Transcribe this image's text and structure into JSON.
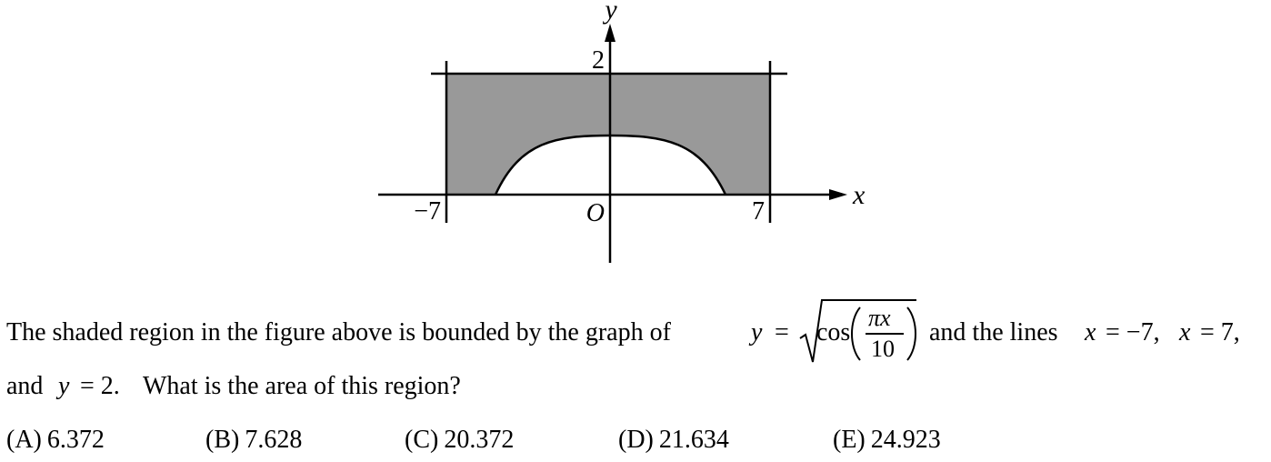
{
  "figure": {
    "x_axis_label": "x",
    "y_axis_label": "y",
    "origin_label": "O",
    "tick_x_neg": "−7",
    "tick_x_pos": "7",
    "tick_y": "2",
    "colors": {
      "shade": "#999999",
      "ink": "#000000",
      "background": "#ffffff"
    }
  },
  "question": {
    "line1_start": "The shaded region in the figure above is bounded by the graph of",
    "eq_y": "y",
    "eq_sign": "=",
    "func": "cos",
    "frac_num": "πx",
    "frac_den": "10",
    "line1_mid": "and the lines",
    "line1_x1": "x",
    "line1_x1_val": "= −7,",
    "line1_x2": "x",
    "line1_x2_val": "= 7,",
    "line2_start": "and",
    "line2_y": "y",
    "line2_y_val": "= 2.",
    "line2_end": "What is the area of this region?"
  },
  "choices": [
    {
      "label": "(A)",
      "value": "6.372"
    },
    {
      "label": "(B)",
      "value": "7.628"
    },
    {
      "label": "(C)",
      "value": "20.372"
    },
    {
      "label": "(D)",
      "value": "21.634"
    },
    {
      "label": "(E)",
      "value": "24.923"
    }
  ]
}
